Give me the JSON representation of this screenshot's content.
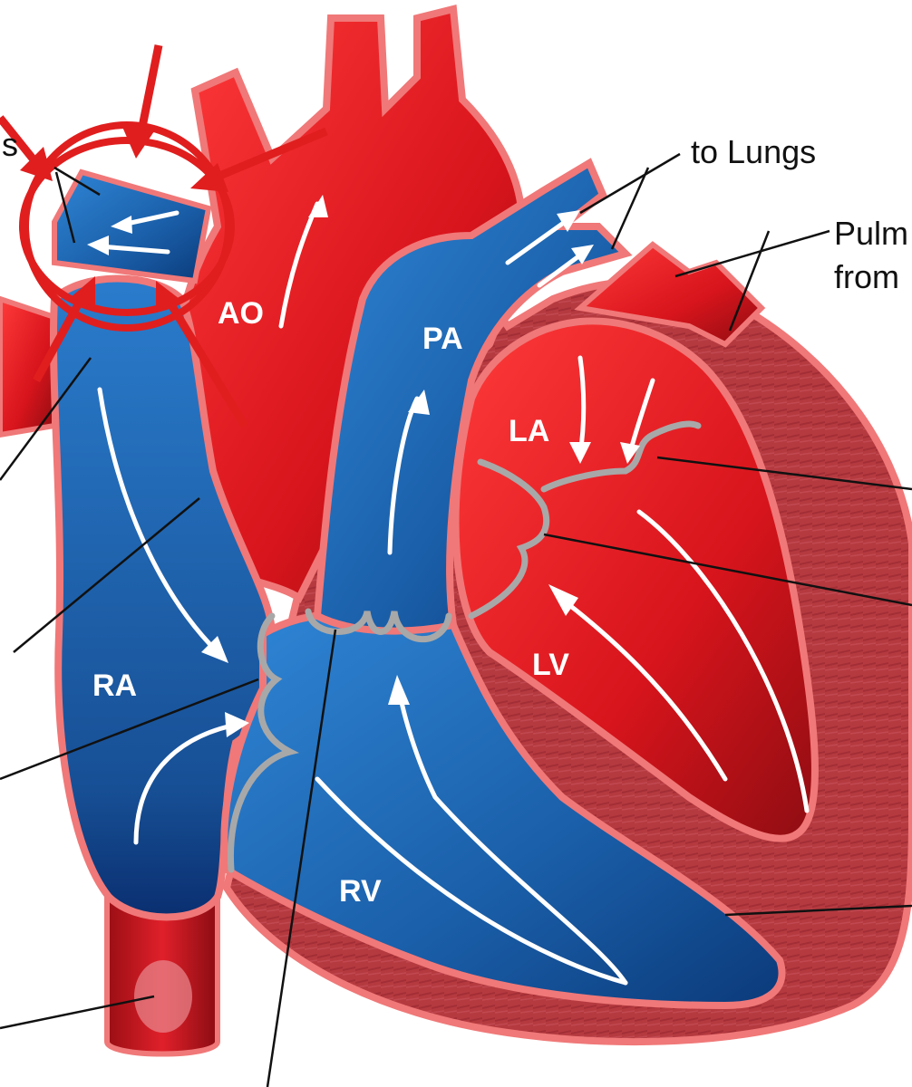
{
  "labels": {
    "ao": "AO",
    "pa": "PA",
    "la": "LA",
    "lv": "LV",
    "ra": "RA",
    "rv": "RV",
    "to_lungs": "to Lungs",
    "pulm_line1": "Pulm",
    "pulm_line2": "from",
    "cut_s": "s"
  },
  "colors": {
    "oxygenated": "#d9141c",
    "deoxygenated": "#1a5ea8",
    "outline": "#f07878",
    "myocardium": "#b73a42",
    "valve": "#a8a8a8",
    "annotation_red": "#e01e1e"
  }
}
